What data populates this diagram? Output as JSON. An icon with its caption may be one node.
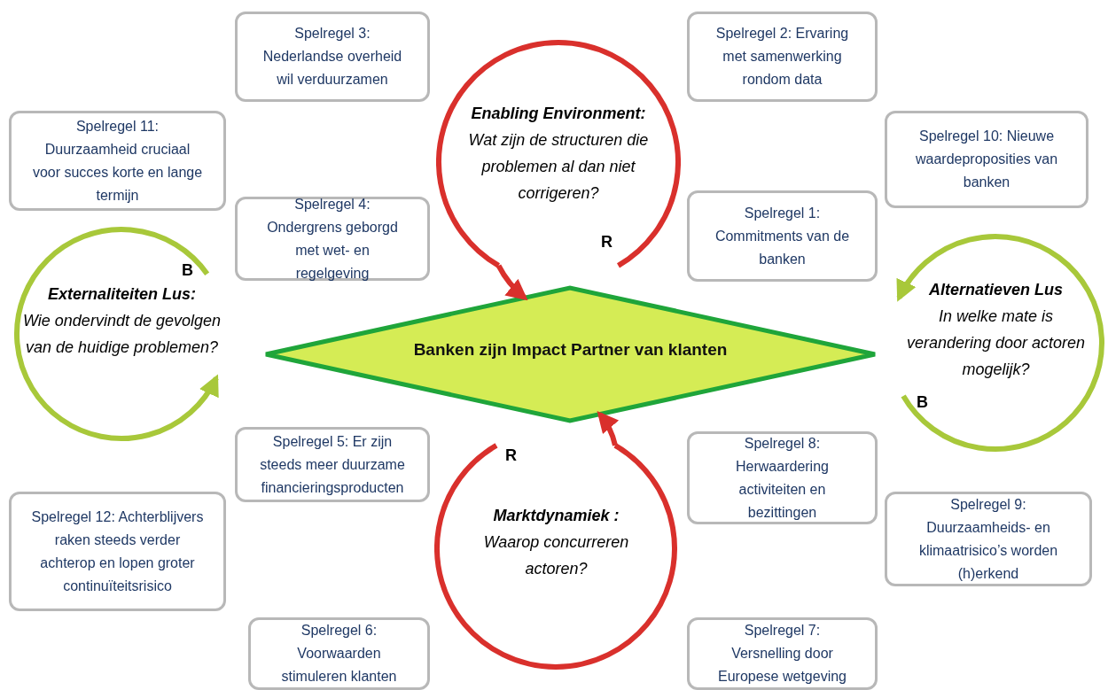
{
  "diagram": {
    "nodes": [
      {
        "text": [
          "Spelregel 3: Nederlandse overheid wil verduurzamen"
        ]
      },
      {
        "text": [
          "Spelregel 2: Ervaring met samenwerking rondom data"
        ]
      },
      {
        "text": [
          "Spelregel 11: Duurzaamheid cruciaal voor succes korte en lange termijn"
        ]
      },
      {
        "text": [
          "Enabling Environment:",
          "Wat zijn de structuren die problemen al dan niet corrigeren?"
        ]
      },
      {
        "text": [
          "Spelregel 10: Nieuwe waardeproposities van banken"
        ]
      },
      {
        "text": [
          "Spelregel 4: Ondergrens geborgd met wet- en regelgeving"
        ]
      },
      {
        "text": [
          "Spelregel 1: Commitments van de banken"
        ]
      },
      {
        "text": [
          "Externaliteiten Lus:",
          "Wie ondervindt de gevolgen van de huidige problemen?"
        ]
      },
      {
        "text": [
          "Banken zijn Impact Partner van klanten"
        ]
      },
      {
        "text": [
          "Alternatieven Lus",
          "In welke mate is verandering door actoren mogelijk?"
        ]
      },
      {
        "text": [
          "Spelregel 5: Er zijn steeds meer duurzame financieringsproducten"
        ]
      },
      {
        "text": [
          "Spelregel 8: Herwaardering activiteiten en bezittingen"
        ]
      },
      {
        "text": [
          "Marktdynamiek :",
          "Waarop concurreren actoren?"
        ]
      },
      {
        "text": [
          "Spelregel 12: Achterblijvers raken steeds verder achterop en lopen groter continuïteitsrisico"
        ]
      },
      {
        "text": [
          "Spelregel 9: Duurzaamheids- en klimaatrisico’s worden (h)erkend"
        ]
      },
      {
        "text": [
          "Spelregel 6: Voorwaarden stimuleren klanten"
        ]
      },
      {
        "text": [
          "Spelregel 7: Versnelling door Europese wetgeving"
        ]
      }
    ],
    "edges": [
      {
        "from": 3,
        "to": 8,
        "arrow": "to"
      },
      {
        "from": 12,
        "to": 8,
        "arrow": "to"
      }
    ],
    "labels": [
      "R",
      "B",
      "B",
      "R"
    ]
  }
}
